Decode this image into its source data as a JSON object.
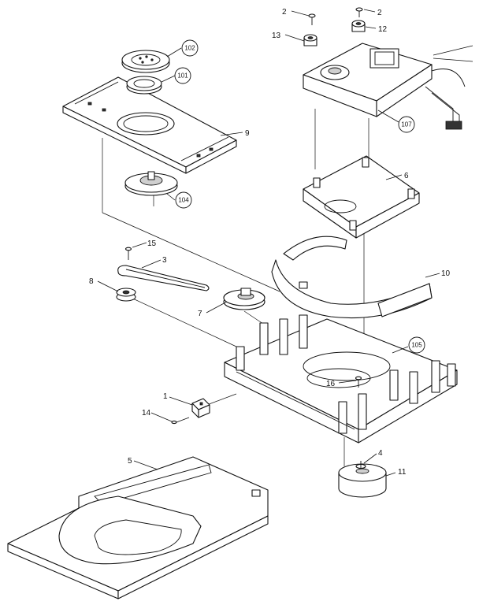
{
  "callouts": {
    "c2a": "2",
    "c2b": "2",
    "c13": "13",
    "c12": "12",
    "c107": "107",
    "c6": "6",
    "c102": "102",
    "c101": "101",
    "c9": "9",
    "c104": "104",
    "c15": "15",
    "c3": "3",
    "c8": "8",
    "c7": "7",
    "c10": "10",
    "c105": "105",
    "c16": "16",
    "c1": "1",
    "c14": "14",
    "c5": "5",
    "c4": "4",
    "c11": "11"
  }
}
